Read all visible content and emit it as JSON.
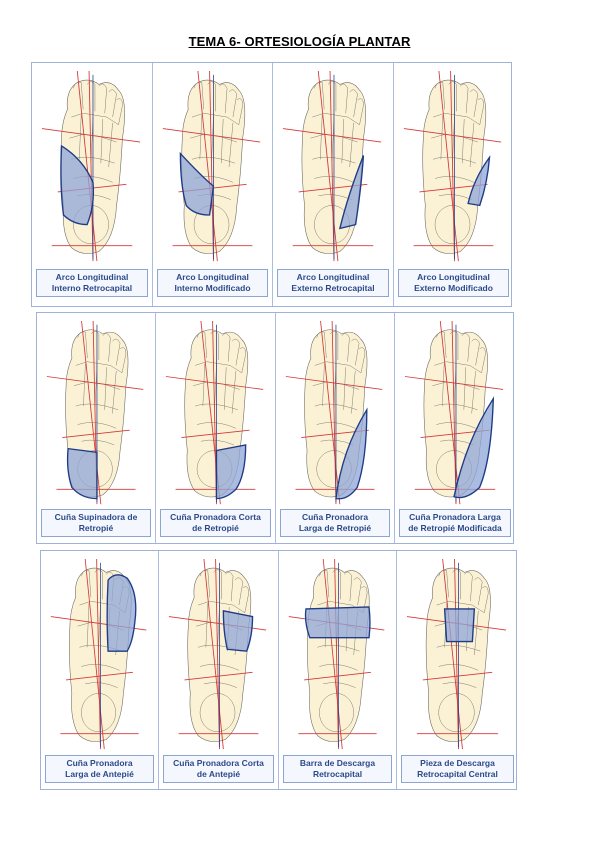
{
  "title": "TEMA 6- ORTESIOLOGÍA PLANTAR",
  "rows": [
    {
      "captions": [
        [
          "Arco Longitudinal",
          "Interno Retrocapital"
        ],
        [
          "Arco Longitudinal",
          "Interno Modificado"
        ],
        [
          "Arco Longitudinal",
          "Externo Retrocapital"
        ],
        [
          "Arco Longitudinal",
          "Externo Modificado"
        ]
      ]
    },
    {
      "captions": [
        [
          "Cuña Supinadora de",
          "Retropié"
        ],
        [
          "Cuña Pronadora Corta",
          "de Retropié"
        ],
        [
          "Cuña Pronadora",
          "Larga de Retropié"
        ],
        [
          "Cuña Pronadora Larga",
          "de Retropié Modificada"
        ]
      ]
    },
    {
      "captions": [
        [
          "Cuña Pronadora",
          "Larga de Antepié"
        ],
        [
          "Cuña Pronadora Corta",
          "de Antepié"
        ],
        [
          "Barra de Descarga",
          "Retrocapital"
        ],
        [
          "Pieza de Descarga",
          "Retrocapital Central"
        ]
      ]
    }
  ]
}
